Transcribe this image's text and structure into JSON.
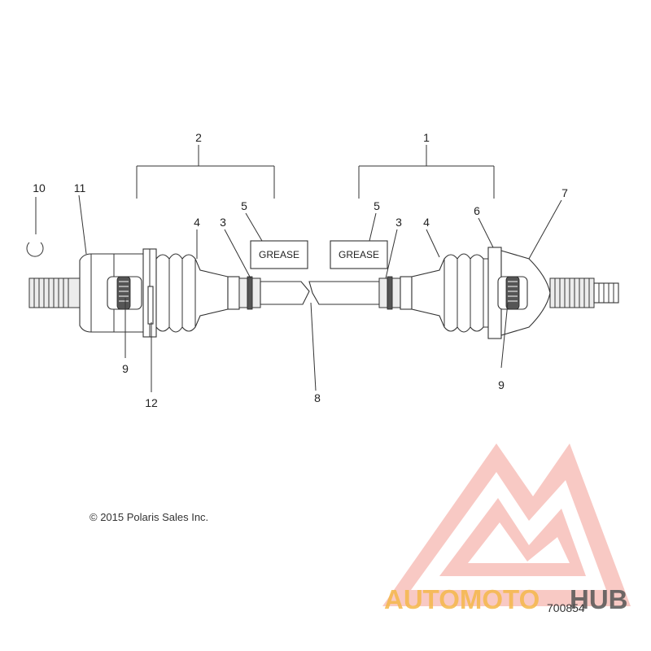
{
  "callouts": {
    "c1": "1",
    "c2": "2",
    "c3_left": "3",
    "c3_right": "3",
    "c4_left": "4",
    "c4_right": "4",
    "c5_left": "5",
    "c5_right": "5",
    "c6": "6",
    "c7": "7",
    "c8": "8",
    "c9_left": "9",
    "c9_right": "9",
    "c10": "10",
    "c11": "11",
    "c12": "12"
  },
  "grease_labels": {
    "left": "GREASE",
    "right": "GREASE"
  },
  "copyright": "© 2015 Polaris Sales Inc.",
  "part_number": "700854",
  "watermark": {
    "text_part1": "AUTOMOTO",
    "text_part2": "HUB",
    "color_primary": "#f08a80",
    "color_accent": "#f5b84a",
    "color_dark": "#555555"
  }
}
